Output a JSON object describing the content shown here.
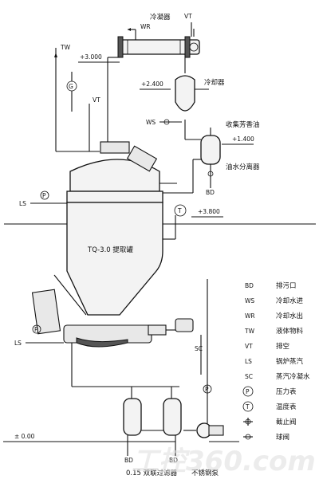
{
  "labels": {
    "condenser": "冷凝器",
    "cooler": "冷却器",
    "collect_oil": "收集芳香油",
    "oil_water_separator": "油水分离器",
    "tank": "TQ-3.0 提取罐",
    "duplex_filter": "0.15 双联过滤器",
    "ss_pump": "不锈钢泵"
  },
  "codes": {
    "vt_top": "VT",
    "wr_top": "WR",
    "tw": "TW",
    "vt_mid": "VT",
    "ws": "WS",
    "bd_sep": "BD",
    "ls_top": "LS",
    "ls_bottom": "LS",
    "sc": "SC",
    "bd_left": "BD",
    "bd_right": "BD",
    "g": "G",
    "p": "P",
    "t": "T"
  },
  "elevations": {
    "e3000": "+3.000",
    "e2400": "+2.400",
    "e1400": "+1.400",
    "e3800": "+3.800",
    "e000": "± 0.00"
  },
  "legend": [
    {
      "code": "BD",
      "desc": "排污口"
    },
    {
      "code": "WS",
      "desc": "冷却水进"
    },
    {
      "code": "WR",
      "desc": "冷却水出"
    },
    {
      "code": "TW",
      "desc": "液体物料"
    },
    {
      "code": "VT",
      "desc": "排空"
    },
    {
      "code": "LS",
      "desc": "锅炉蒸汽"
    },
    {
      "code": "SC",
      "desc": "蒸汽冷凝水"
    },
    {
      "code": "P",
      "desc": "压力表"
    },
    {
      "code": "T",
      "desc": "温度表"
    },
    {
      "code": "",
      "desc": "截止阀"
    },
    {
      "code": "",
      "desc": "球阀"
    }
  ],
  "watermark": "工控360.com"
}
